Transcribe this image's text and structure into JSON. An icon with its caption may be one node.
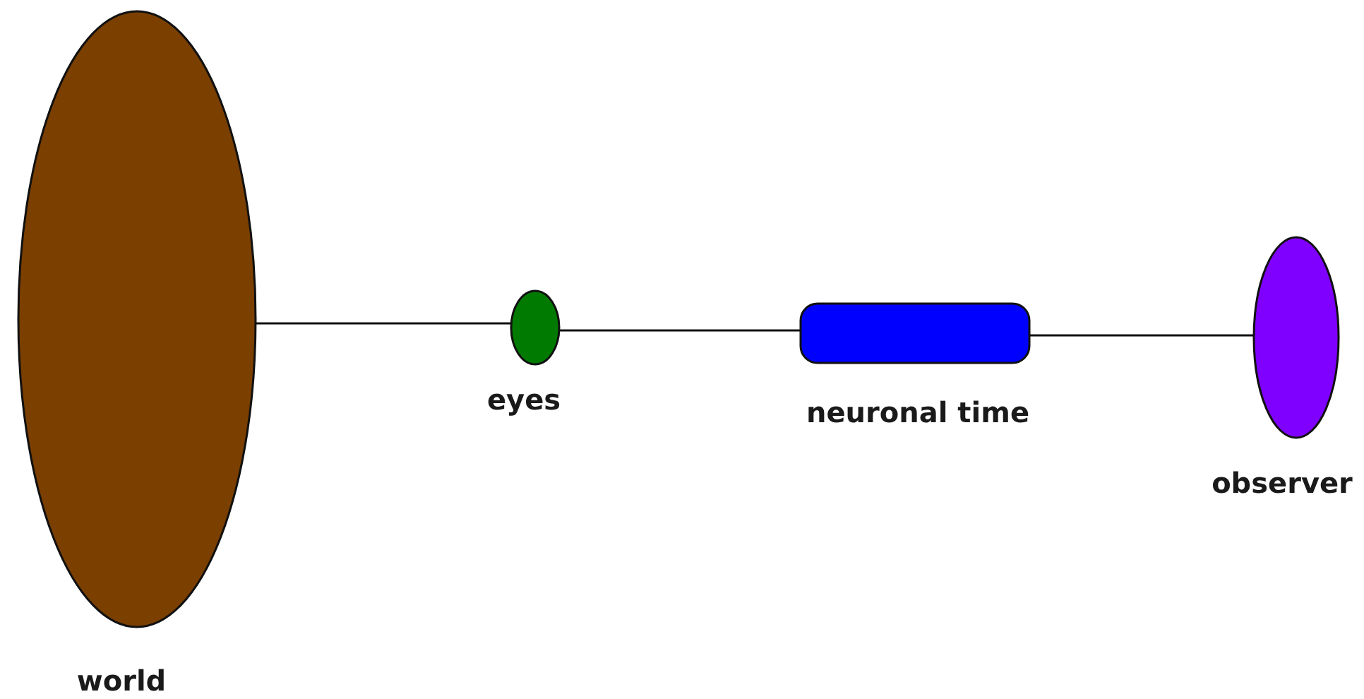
{
  "diagram": {
    "nodes": [
      {
        "text": [
          "world"
        ]
      },
      {
        "text": [
          "eyes"
        ]
      },
      {
        "text": [
          "neuronal time"
        ]
      },
      {
        "text": [
          "observer"
        ]
      }
    ],
    "edges": [
      {
        "from": 0,
        "to": 1,
        "arrow": "none"
      },
      {
        "from": 1,
        "to": 2,
        "arrow": "none"
      },
      {
        "from": 2,
        "to": 3,
        "arrow": "none"
      }
    ]
  }
}
